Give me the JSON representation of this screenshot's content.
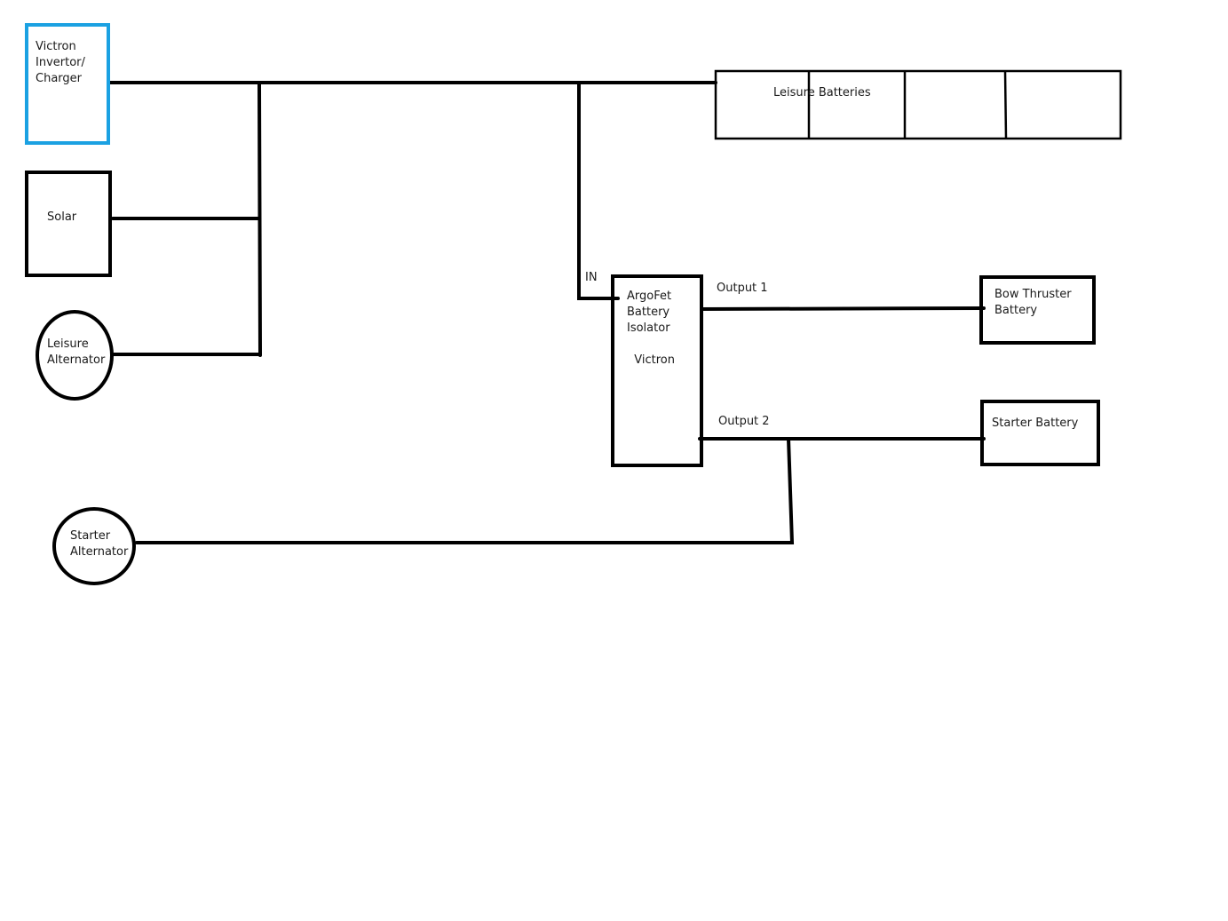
{
  "colors": {
    "stroke": "#000000",
    "highlight": "#1ba1e2",
    "background": "#ffffff",
    "text": "#1a1a1a"
  },
  "nodes": {
    "inverter": {
      "label": "Victron\nInvertor/\nCharger"
    },
    "solar": {
      "label": "Solar"
    },
    "leisure_alt": {
      "label": "Leisure\nAlternator"
    },
    "starter_alt": {
      "label": "Starter\nAlternator"
    },
    "leisure_bat": {
      "label": "Leisure Batteries"
    },
    "isolator": {
      "label": "ArgoFet\nBattery\nIsolator\n\n  Victron"
    },
    "bow_bat": {
      "label": "Bow Thruster\nBattery"
    },
    "starter_bat": {
      "label": "Starter Battery"
    }
  },
  "ports": {
    "in": "IN",
    "output1": "Output 1",
    "output2": "Output 2"
  },
  "edges": [
    {
      "from": "inverter",
      "to": "leisure_bat"
    },
    {
      "from": "solar",
      "to": "leisure_bat"
    },
    {
      "from": "leisure_alt",
      "to": "leisure_bat"
    },
    {
      "from": "leisure_bat",
      "to": "isolator",
      "port": "in"
    },
    {
      "from": "isolator",
      "to": "bow_bat",
      "port": "output1"
    },
    {
      "from": "isolator",
      "to": "starter_bat",
      "port": "output2"
    },
    {
      "from": "starter_alt",
      "to": "starter_bat"
    }
  ]
}
